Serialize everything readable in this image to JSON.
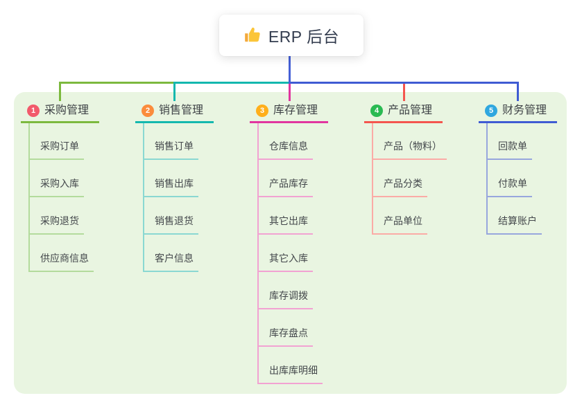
{
  "root": {
    "title": "ERP 后台",
    "icon": "thumbs-up-icon"
  },
  "colors": {
    "background": "#ffffff",
    "panel_background": "#e9f5e1",
    "root_connector": "#4560d6",
    "root_text": "#333c4e",
    "branch_title_text": "#3e4246",
    "child_text": "#43474b",
    "thumb_gold": "#fbc539",
    "thumb_cuff": "#f3a93c"
  },
  "branches": [
    {
      "index": "1",
      "title": "采购管理",
      "badge_color": "#f25a6b",
      "line_color": "#7cb93e",
      "light_line_color": "#b3db9c",
      "children": [
        "采购订单",
        "采购入库",
        "采购退货",
        "供应商信息"
      ]
    },
    {
      "index": "2",
      "title": "销售管理",
      "badge_color": "#fb8c3c",
      "line_color": "#14b8ae",
      "light_line_color": "#8ad8d2",
      "children": [
        "销售订单",
        "销售出库",
        "销售退货",
        "客户信息"
      ]
    },
    {
      "index": "3",
      "title": "库存管理",
      "badge_color": "#ffaf1b",
      "line_color": "#e1359f",
      "light_line_color": "#f2a2d2",
      "children": [
        "仓库信息",
        "产品库存",
        "其它出库",
        "其它入库",
        "库存调拨",
        "库存盘点",
        "出库库明细"
      ]
    },
    {
      "index": "4",
      "title": "产品管理",
      "badge_color": "#2aba52",
      "line_color": "#f4554e",
      "light_line_color": "#fbaba6",
      "children": [
        "产品（物料）",
        "产品分类",
        "产品单位"
      ]
    },
    {
      "index": "5",
      "title": "财务管理",
      "badge_color": "#2fa7df",
      "line_color": "#3f5bd3",
      "light_line_color": "#97a6dd",
      "children": [
        "回款单",
        "付款单",
        "结算账户"
      ]
    }
  ]
}
